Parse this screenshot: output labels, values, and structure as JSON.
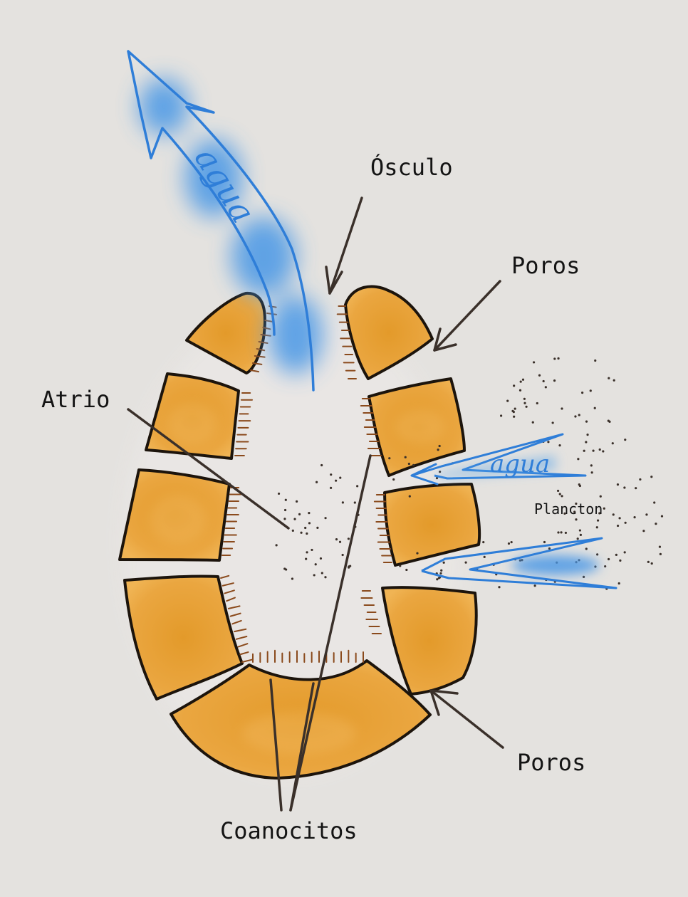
{
  "labels": {
    "osculo": "Ósculo",
    "poros_top": "Poros",
    "atrio": "Atrio",
    "plancton": "Plancton",
    "poros_bottom": "Poros",
    "coanocitos": "Coanocitos"
  },
  "water_words": {
    "outflow": "agua",
    "inflow": "agua"
  },
  "colors": {
    "background": "#e4e2df",
    "cell_fill": "#e8a63b",
    "cell_glow": "#f1b45a",
    "outline": "#1c140c",
    "flagella": "#8a4a1c",
    "water_blue": "#2f7ed8",
    "water_light": "#5aa6ea",
    "label": "#141414"
  }
}
